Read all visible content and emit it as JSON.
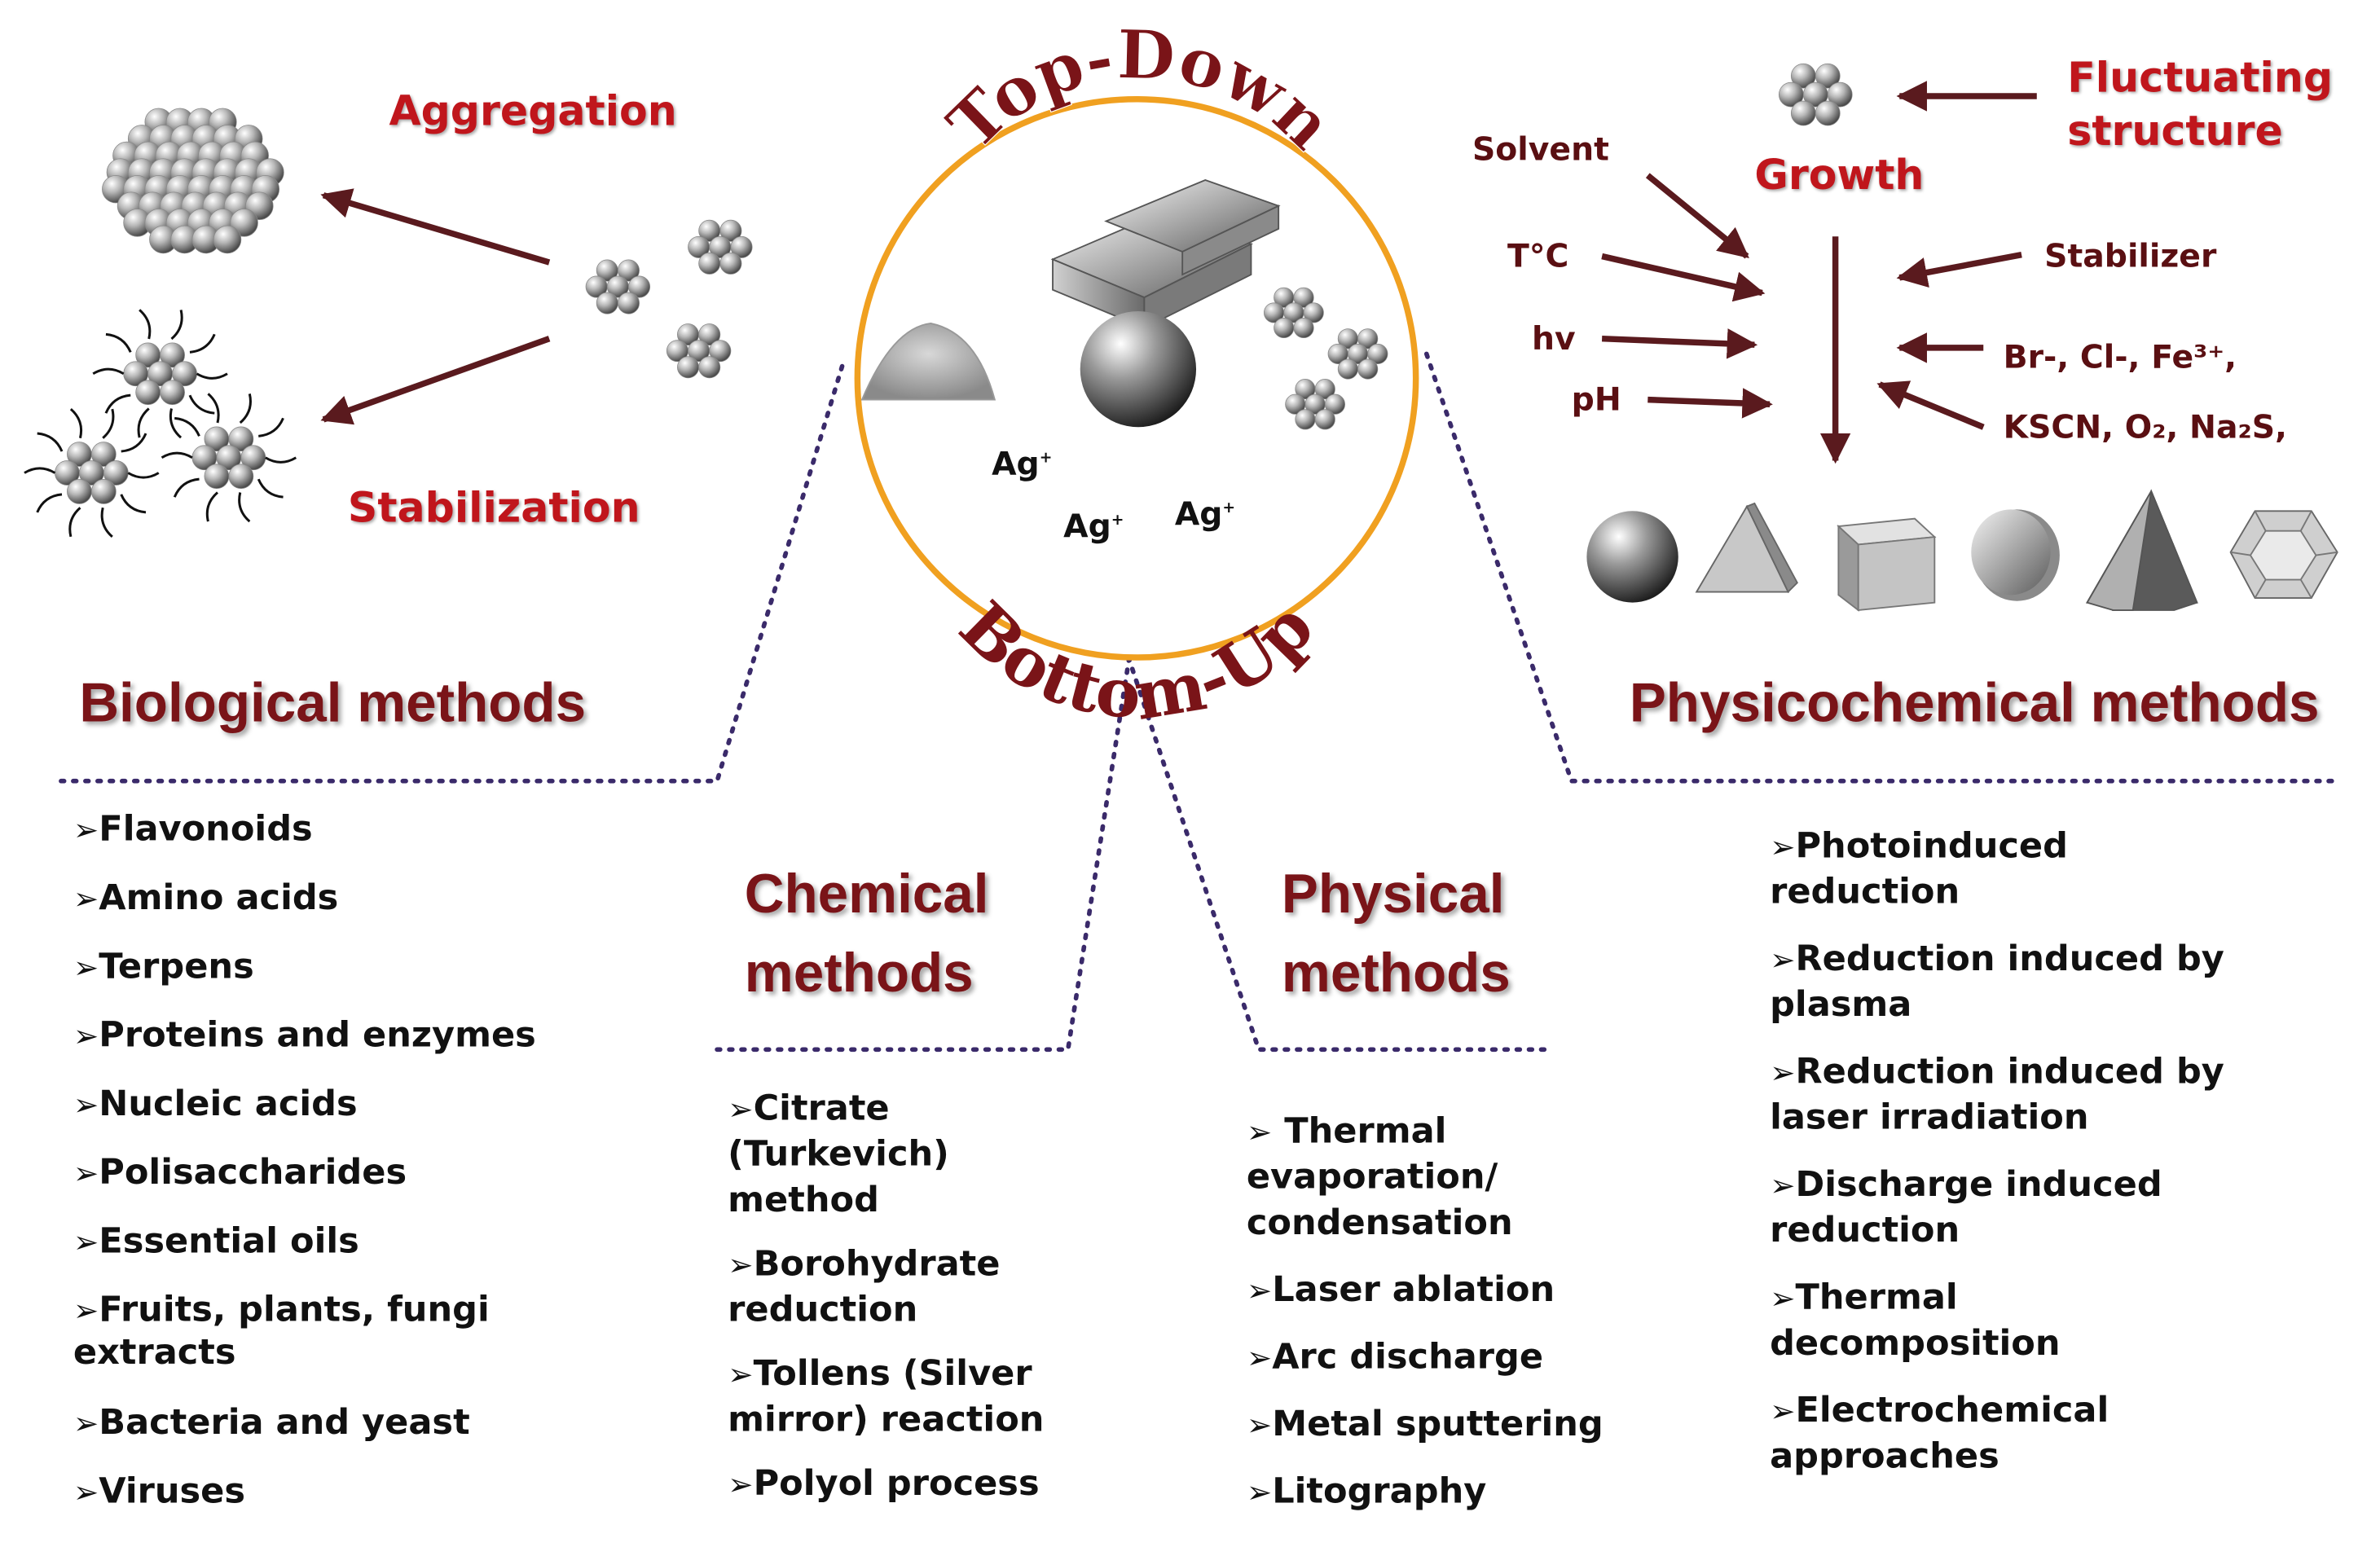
{
  "top_left": {
    "aggregation": "Aggregation",
    "stabilization": "Stabilization"
  },
  "circle": {
    "top_down": "Top-Down",
    "bottom_up": "Bottom-Up",
    "ion_label": "Ag",
    "ion_charge": "+"
  },
  "top_right": {
    "fluctuating_line1": "Fluctuating",
    "fluctuating_line2": "structure",
    "growth": "Growth",
    "solvent": "Solvent",
    "temperature": "T°C",
    "hv": "hv",
    "ph": "pH",
    "stabilizer": "Stabilizer",
    "ions_line1": "Br-, Cl-, Fe³⁺,",
    "ions_line2": "KSCN, O₂, Na₂S,"
  },
  "headers": {
    "biological": "Biological methods",
    "physicochemical": "Physicochemical methods",
    "chemical_line1": "Chemical",
    "chemical_line2": "methods",
    "physical_line1": "Physical",
    "physical_line2": "methods"
  },
  "biological_items": [
    "Flavonoids",
    "Amino acids",
    "Terpens",
    "Proteins and enzymes",
    "Nucleic acids",
    "Polisaccharides",
    "Essential oils",
    "Fruits, plants, fungi extracts",
    "Bacteria and yeast",
    "Viruses"
  ],
  "chemical_items": [
    "Citrate (Turkevich) method",
    "Borohydrate reduction",
    "Tollens (Silver mirror) reaction",
    "Polyol process"
  ],
  "physical_items": [
    " Thermal evaporation/ condensation",
    "Laser ablation",
    "Arc discharge",
    "Metal sputtering",
    "Litography"
  ],
  "physicochemical_items": [
    "Photoinduced reduction",
    "Reduction induced by plasma",
    "Reduction induced by laser irradiation",
    "Discharge induced reduction",
    "Thermal decomposition",
    "Electrochemical approaches"
  ],
  "colors": {
    "arrow": "#5a1a1e",
    "accent_red": "#c0161c",
    "header_maroon": "#7a1418",
    "circle_border": "#f0a020",
    "dotted_line": "#3a2a6a"
  }
}
